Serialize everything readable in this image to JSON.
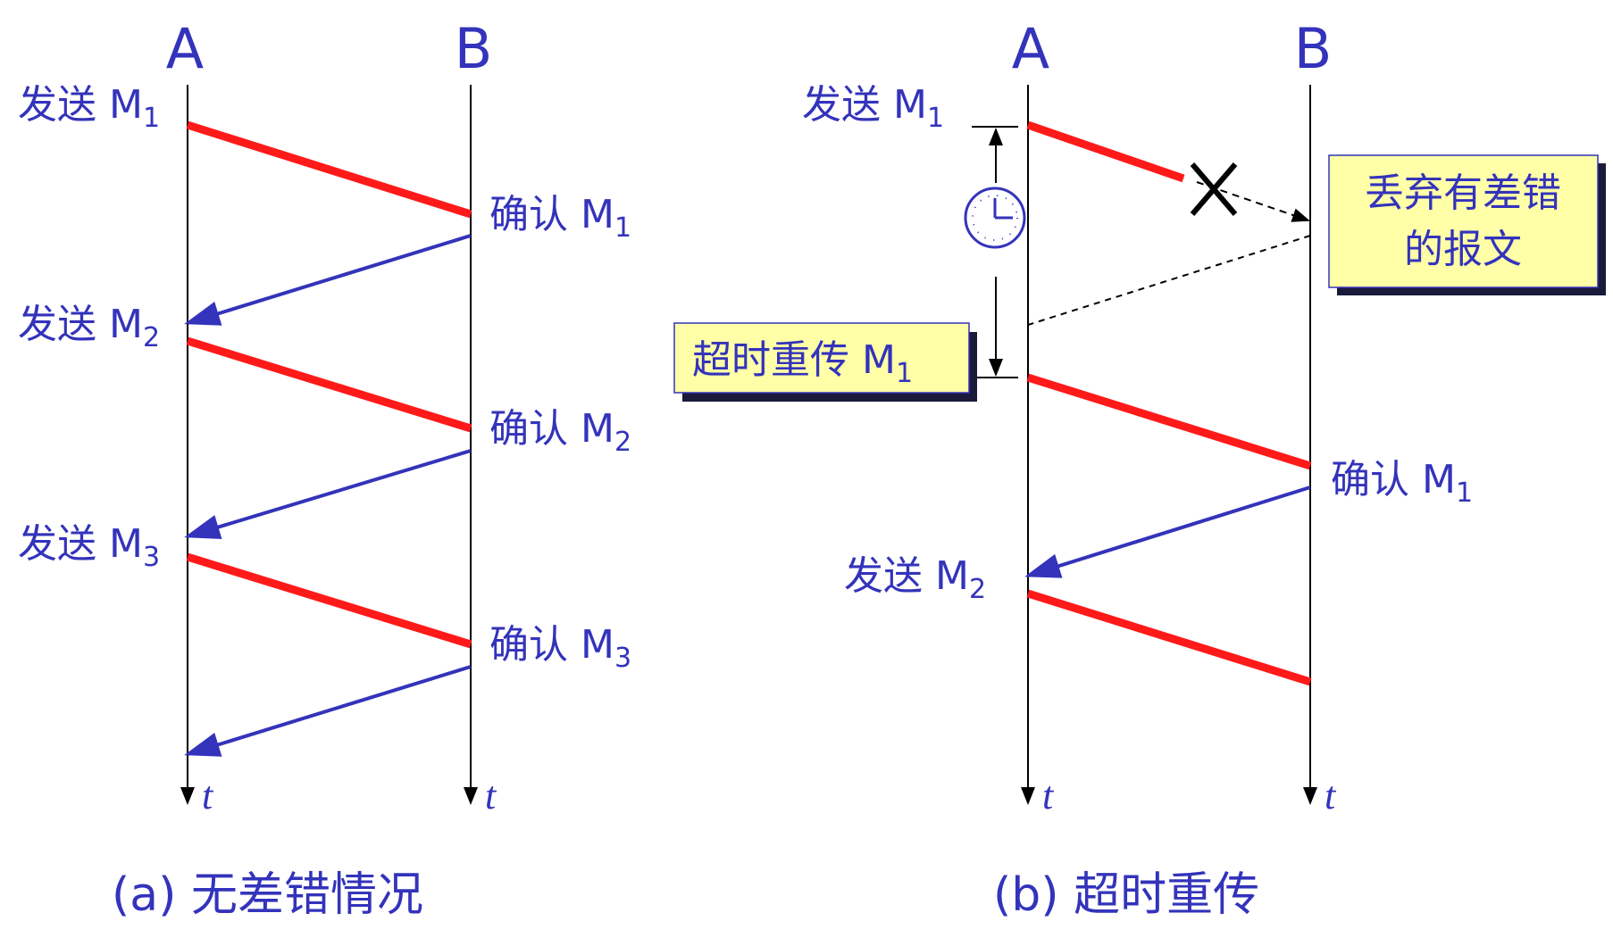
{
  "panel_a": {
    "host_a": "A",
    "host_b": "B",
    "time_a": "t",
    "time_b": "t",
    "send_1": {
      "text": "发送 M",
      "sub": "1"
    },
    "send_2": {
      "text": "发送 M",
      "sub": "2"
    },
    "send_3": {
      "text": "发送 M",
      "sub": "3"
    },
    "ack_1": {
      "text": "确认 M",
      "sub": "1"
    },
    "ack_2": {
      "text": "确认 M",
      "sub": "2"
    },
    "ack_3": {
      "text": "确认 M",
      "sub": "3"
    },
    "caption": "(a) 无差错情况"
  },
  "panel_b": {
    "host_a": "A",
    "host_b": "B",
    "time_a": "t",
    "time_b": "t",
    "send_1": {
      "text": "发送 M",
      "sub": "1"
    },
    "retransmit": {
      "text": "超时重传 M",
      "sub": "1"
    },
    "discard_line1": "丢弃有差错",
    "discard_line2": "的报文",
    "ack_1": {
      "text": "确认 M",
      "sub": "1"
    },
    "send_2": {
      "text": "发送 M",
      "sub": "2"
    },
    "caption": "(b) 超时重传"
  },
  "colors": {
    "data_arrow": "#ff1a1a",
    "ack_arrow": "#3333bb",
    "text": "#3333bb",
    "note_fill": "#ffffa8",
    "note_shadow": "#1a1a3a"
  }
}
